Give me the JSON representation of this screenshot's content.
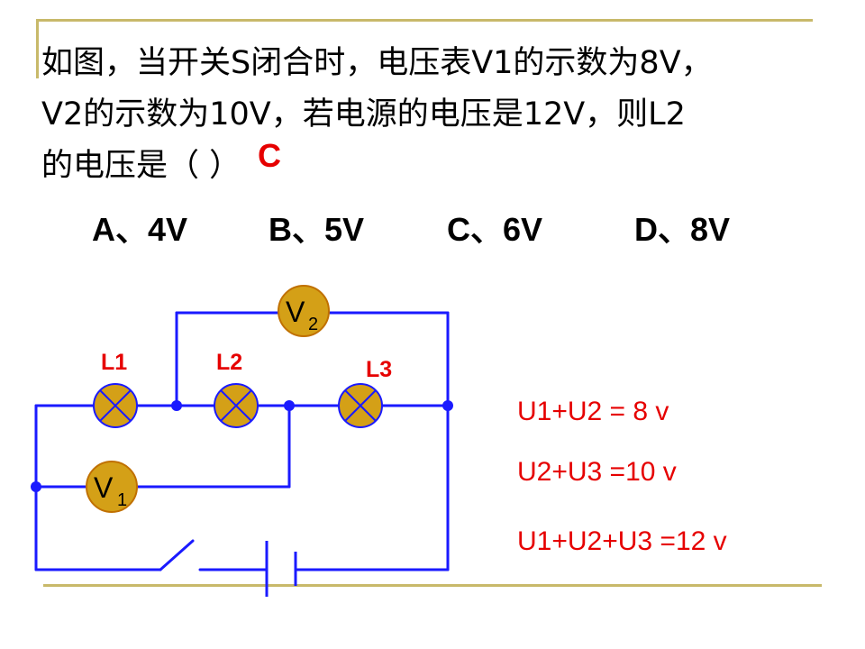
{
  "question": {
    "text": "如图，当开关S闭合时，电压表V1的示数为8V，\nV2的示数为10V，若电源的电压是12V，则L2\n的电压是（        ）",
    "answer": "C"
  },
  "options": [
    {
      "label": "A、4V"
    },
    {
      "label": "B、5V"
    },
    {
      "label": "C、6V"
    },
    {
      "label": "D、8V"
    }
  ],
  "circuit": {
    "lamps": [
      "L1",
      "L2",
      "L3"
    ],
    "meters": [
      {
        "main": "V",
        "sub": "2"
      },
      {
        "main": "V",
        "sub": "1"
      }
    ]
  },
  "equations": [
    "U1+U2 = 8 v",
    "U2+U3 =10 v",
    "U1+U2+U3 =12 v"
  ],
  "colors": {
    "wire": "#1a1aff",
    "lamp": "#d4a017",
    "accent": "#e60000",
    "frame": "#c8b96a"
  }
}
